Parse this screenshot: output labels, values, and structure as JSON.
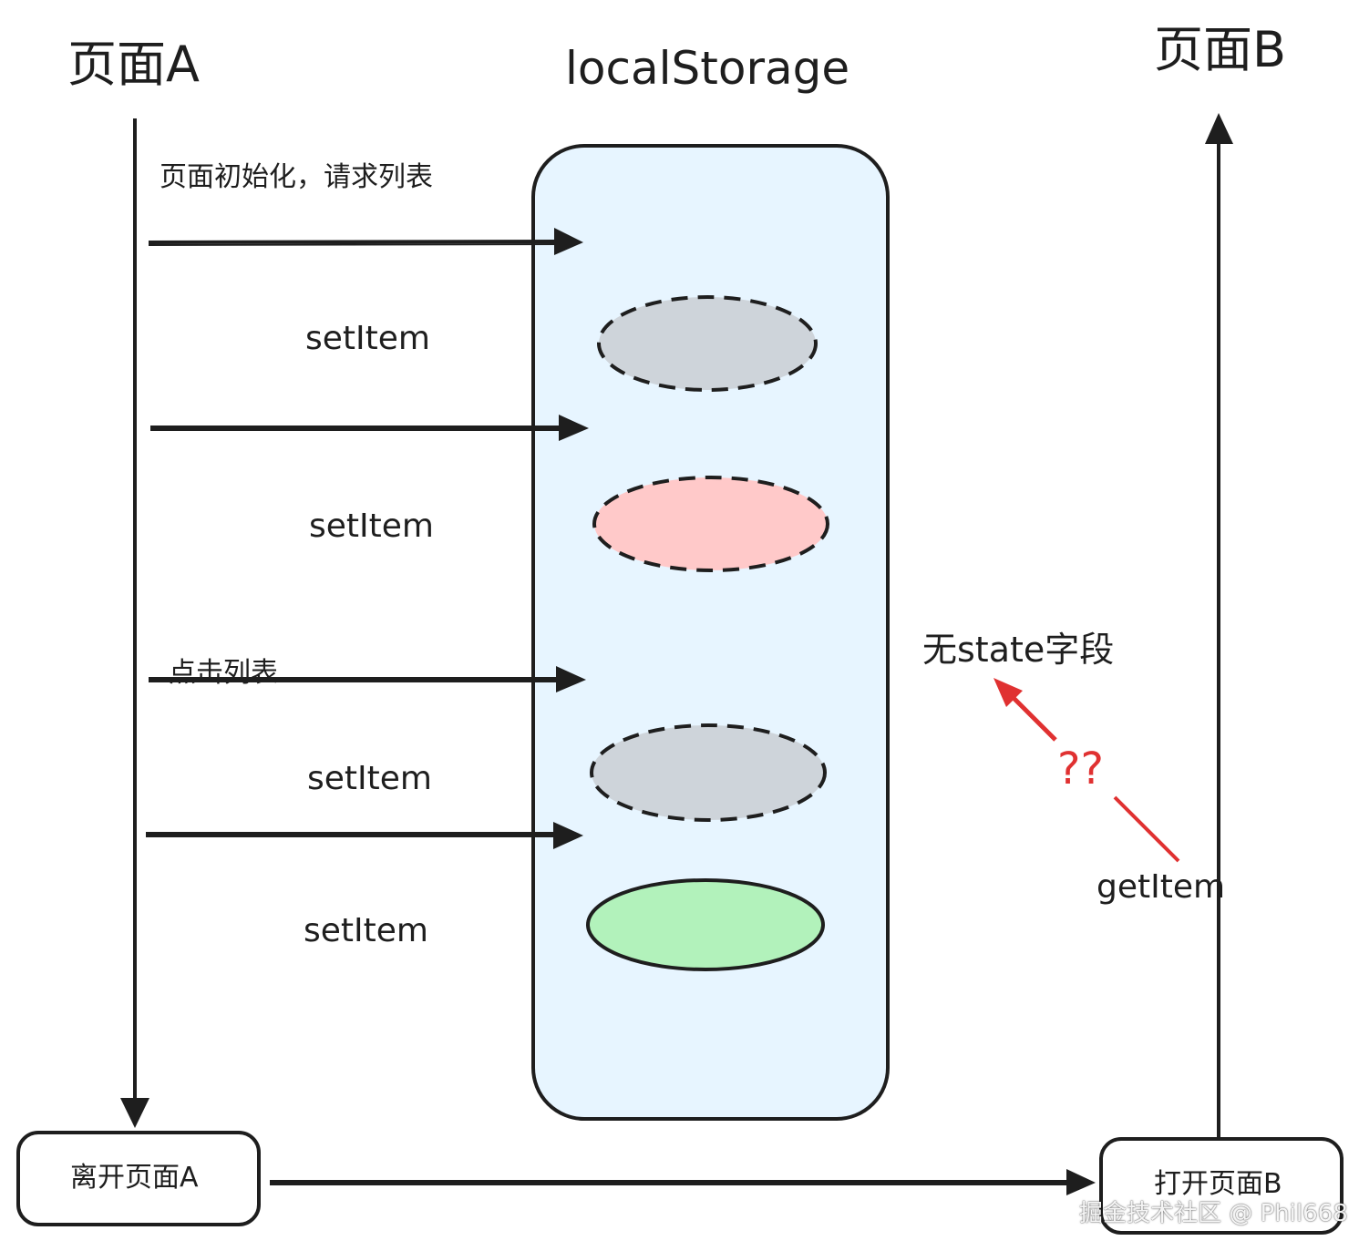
{
  "diagram": {
    "page_a_label": "页面A",
    "storage_label": "localStorage",
    "page_b_label": "页面B",
    "init_label": "页面初始化，请求列表",
    "click_label": "点击列表",
    "set_item_labels": [
      "setItem",
      "setItem",
      "setItem",
      "setItem"
    ],
    "leave_box_label": "离开页面A",
    "open_box_label": "打开页面B",
    "get_item_label": "getItem",
    "question_label": "??",
    "no_state_label": "无state字段",
    "watermark": "掘金技术社区 @ Phil668"
  },
  "colors": {
    "stroke": "#1e1e1e",
    "storage_fill": "#e7f5ff",
    "gray_fill": "#ced4da",
    "pink_fill": "#ffc9c9",
    "green_fill": "#b2f2bb",
    "red_accent": "#e03131"
  }
}
